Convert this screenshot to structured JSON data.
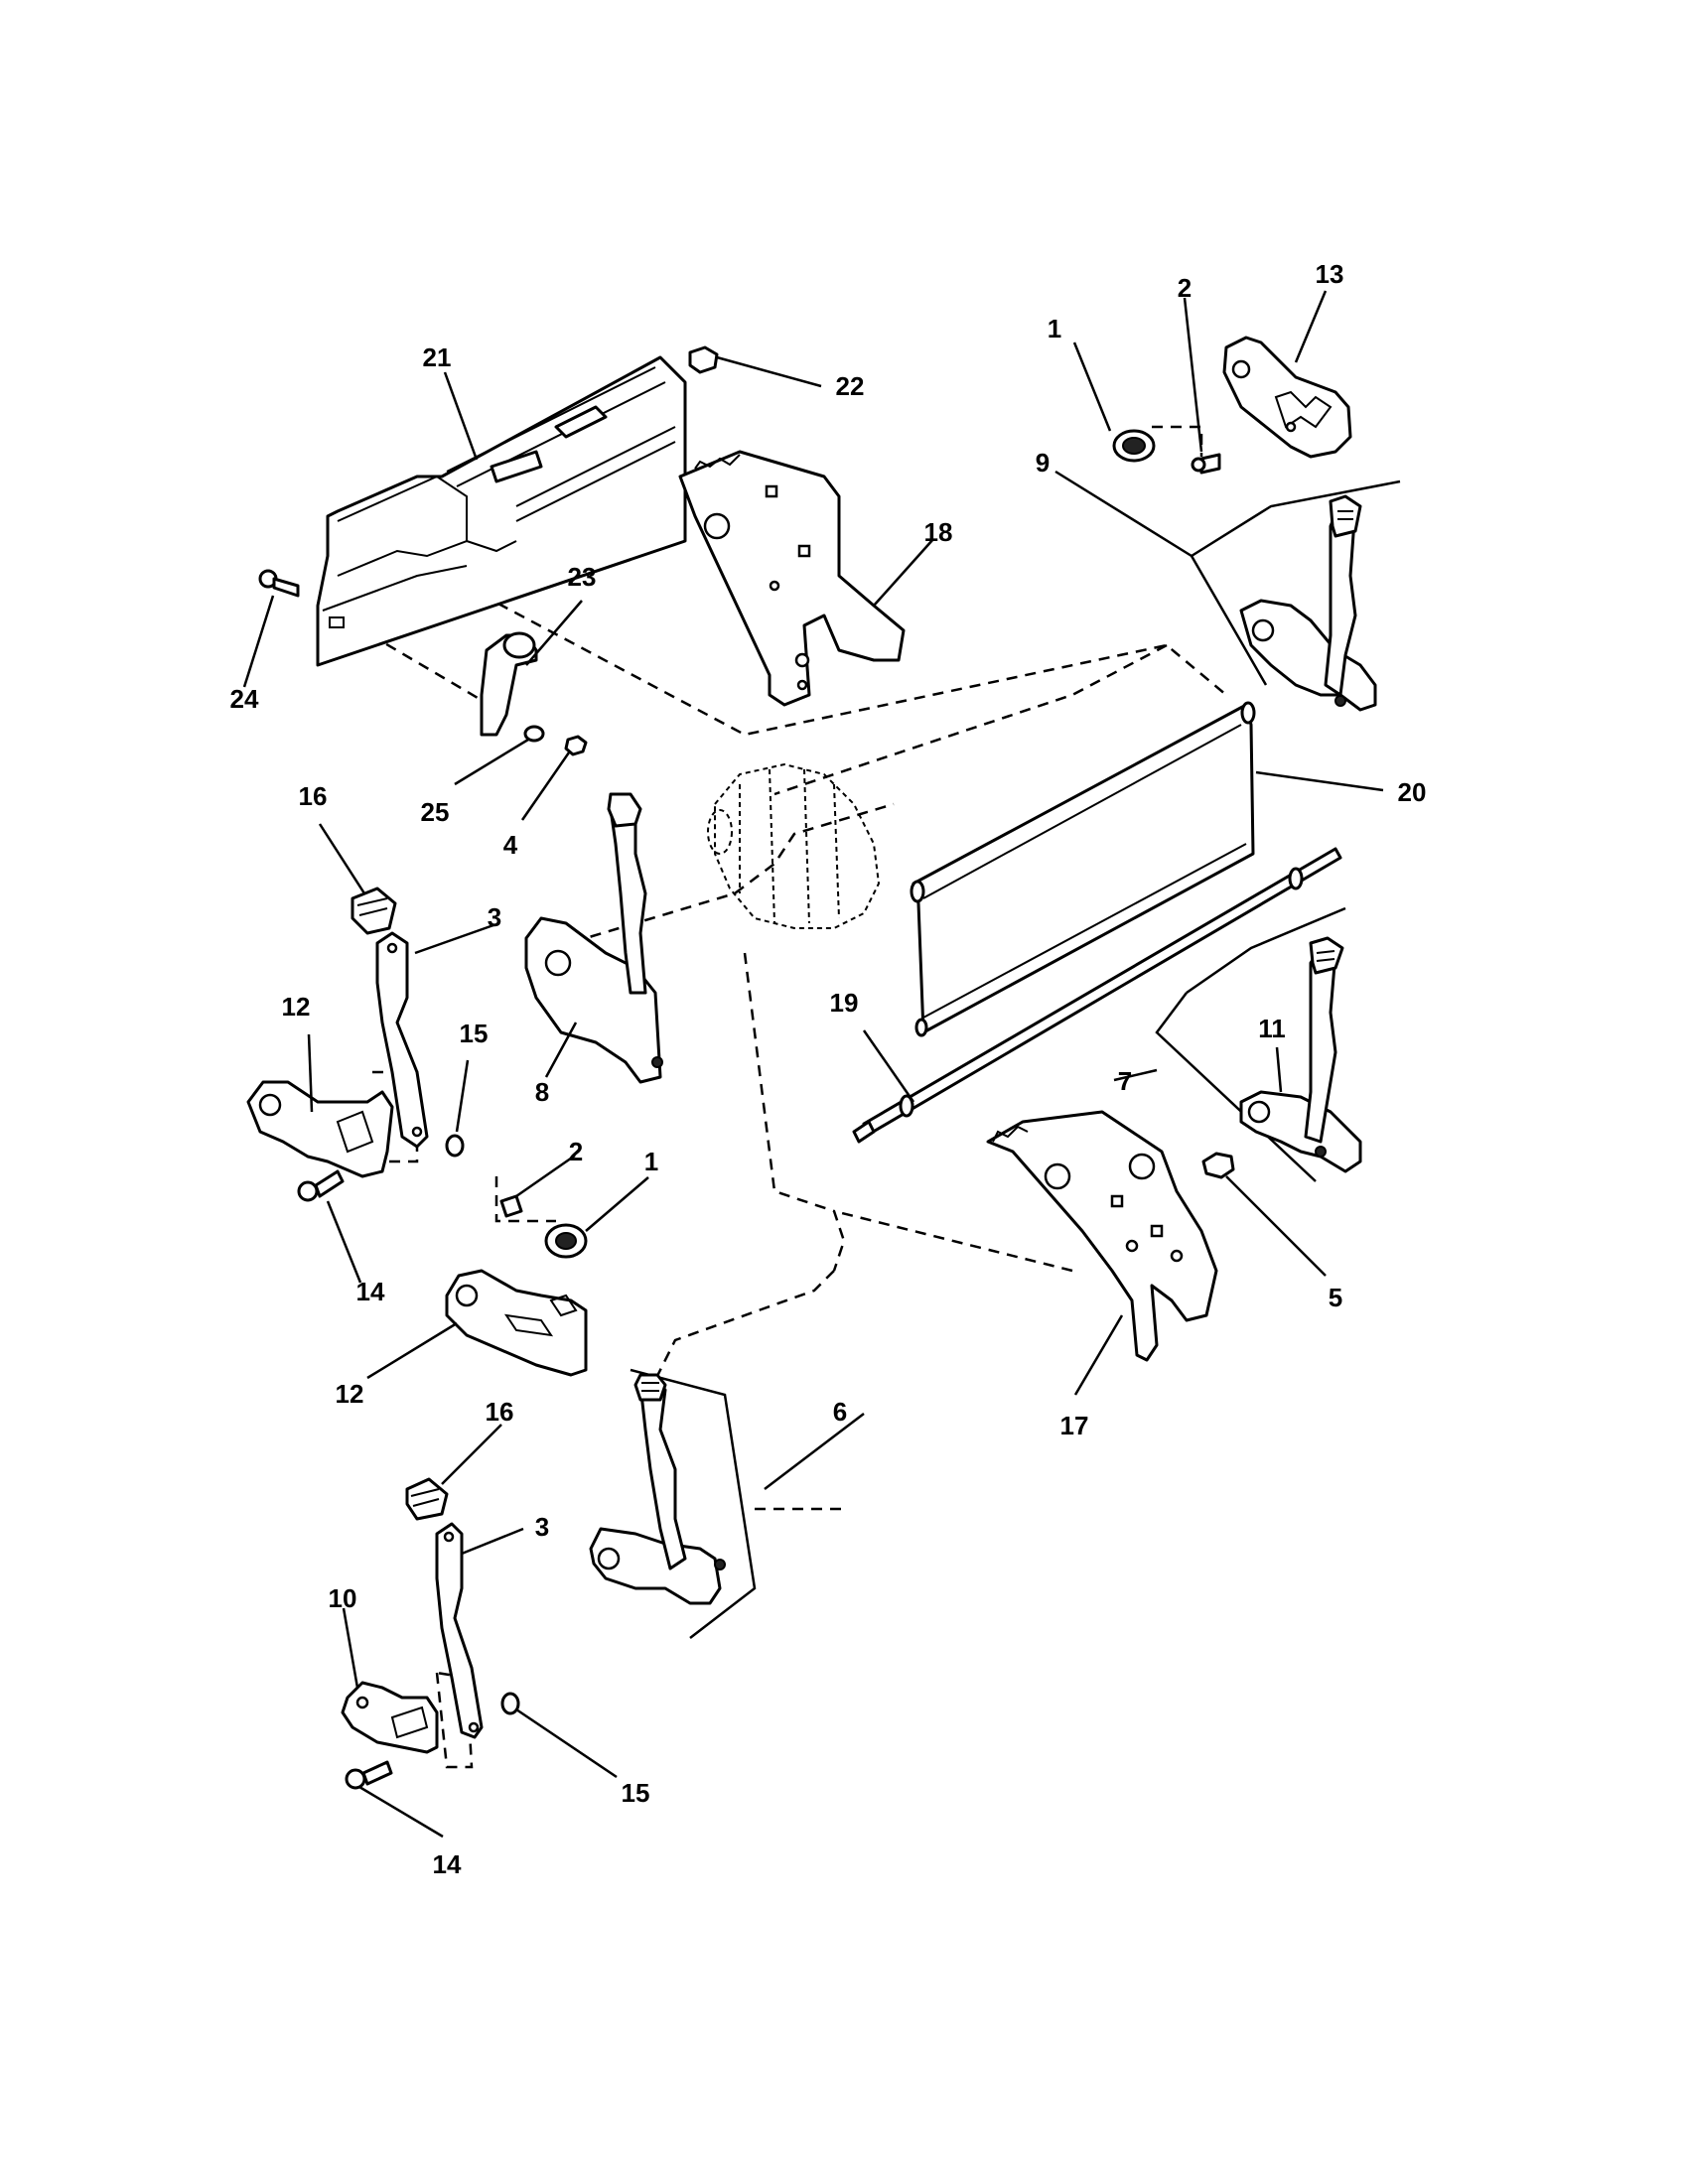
{
  "callouts": [
    "1",
    "2",
    "13",
    "9",
    "21",
    "22",
    "18",
    "24",
    "23",
    "25",
    "4",
    "20",
    "16",
    "3",
    "8",
    "12",
    "15",
    "19",
    "7",
    "11",
    "14",
    "2",
    "1",
    "5",
    "12",
    "17",
    "16",
    "6",
    "3",
    "10",
    "15",
    "14"
  ]
}
